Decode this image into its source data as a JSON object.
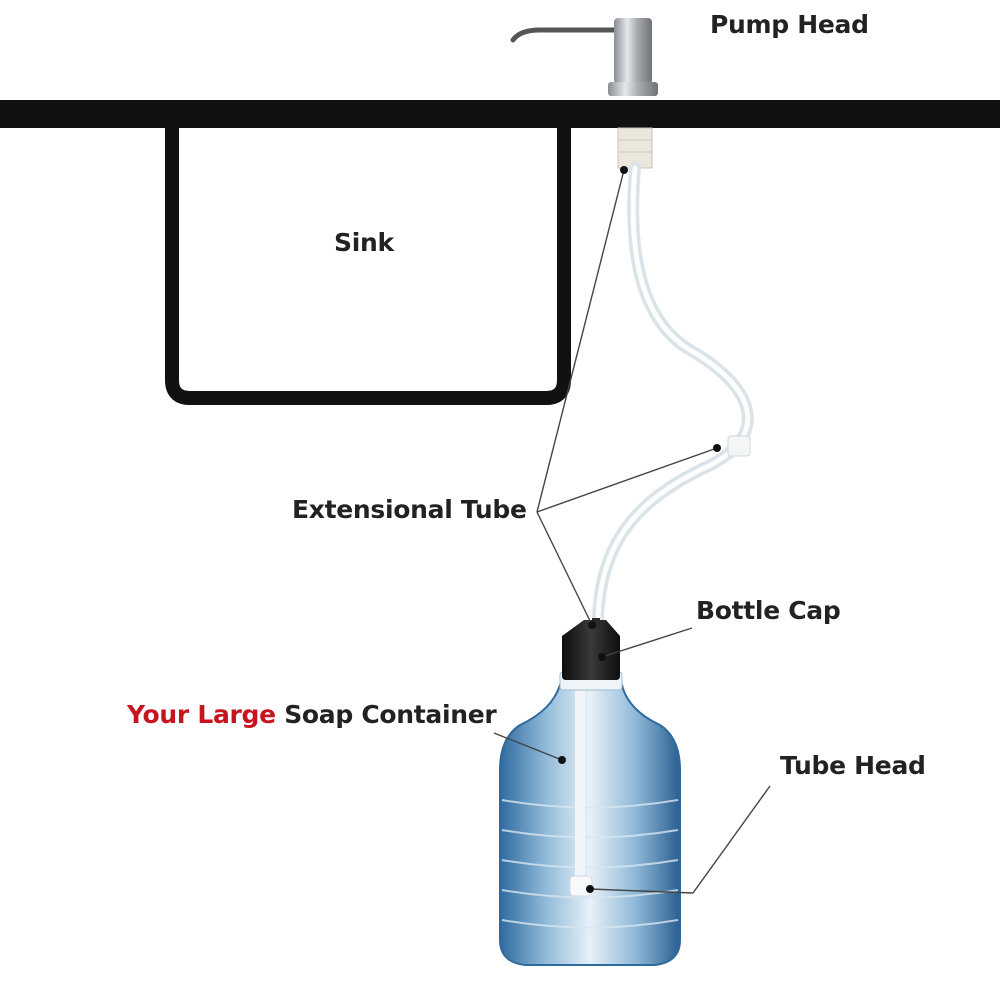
{
  "labels": {
    "pump_head": "Pump Head",
    "sink": "Sink",
    "extensional_tube": "Extensional Tube",
    "bottle_cap": "Bottle Cap",
    "tube_head": "Tube Head",
    "container_highlight": "Your Large",
    "container_rest": "Soap Container"
  },
  "colors": {
    "counter": "#111111",
    "label_text": "#222222",
    "highlight": "#c8141e",
    "water": "#3f7fb5",
    "tube": "#e6eef2",
    "cap": "#1a1a1a",
    "steel": "#b8bcc0",
    "leader_line": "#444444"
  },
  "icons": {
    "pump": "soap-pump-icon",
    "bottle": "water-bottle-icon"
  }
}
